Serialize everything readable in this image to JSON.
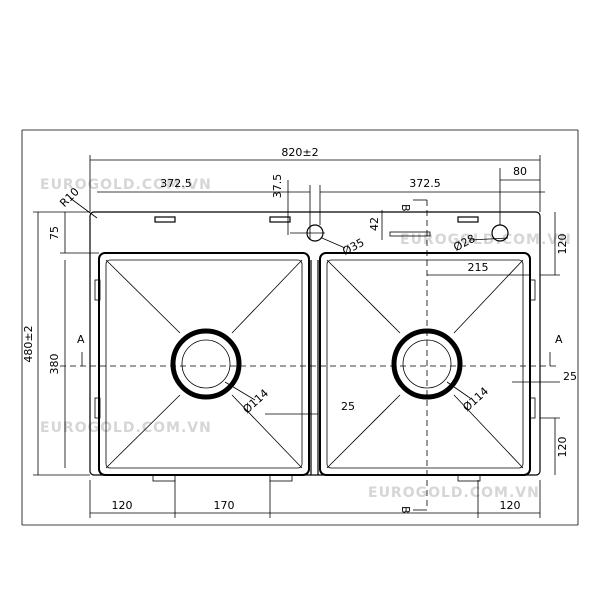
{
  "watermark": "EUROGOLD.COM.VN",
  "colors": {
    "line": "#000000",
    "watermark": "#d6d6d6",
    "background": "#ffffff"
  },
  "dimensions": {
    "overall_width": "820±2",
    "overall_height": "480±2",
    "corner_radius": "R10",
    "left_bowl_width": "372.5",
    "right_bowl_width": "372.5",
    "tap_offset_top": "37.5",
    "tap_hole_offset": "42",
    "tap_hole_dia": "Ø35",
    "soap_hole_dia": "Ø28",
    "soap_offset": "80",
    "right_top_offset": "120",
    "top_offset": "75",
    "bowl_height": "380",
    "center_line_offset": "215",
    "left_drain_dia": "Ø114",
    "right_drain_dia": "Ø114",
    "divider_gap": "25",
    "right_edge_gap": "25",
    "right_bottom_offset": "120",
    "bottom_left": "120",
    "bottom_middle": "170",
    "bottom_right": "120"
  },
  "section_marks": {
    "left_a": "A",
    "right_a": "A",
    "top_b": "B",
    "bottom_b": "B"
  }
}
